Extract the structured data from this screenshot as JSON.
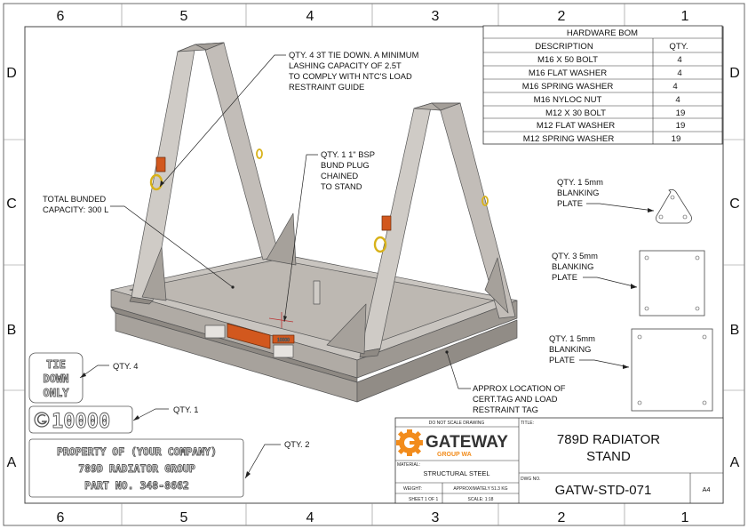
{
  "zones": {
    "columns_top": [
      "6",
      "5",
      "4",
      "3",
      "2",
      "1"
    ],
    "columns_bottom": [
      "6",
      "5",
      "4",
      "3",
      "2",
      "1"
    ],
    "rows_left": [
      "D",
      "C",
      "B",
      "A"
    ],
    "rows_right": [
      "D",
      "C",
      "B",
      "A"
    ]
  },
  "bom": {
    "title": "HARDWARE BOM",
    "col_description": "DESCRIPTION",
    "col_qty": "QTY.",
    "rows": [
      {
        "description": "M16 X 50 BOLT",
        "qty": "4"
      },
      {
        "description": "M16 FLAT WASHER",
        "qty": "4"
      },
      {
        "description": "M16 SPRING WASHER",
        "qty": "4"
      },
      {
        "description": "M16 NYLOC NUT",
        "qty": "4"
      },
      {
        "description": "M12 X 30 BOLT",
        "qty": "19"
      },
      {
        "description": "M12 FLAT WASHER",
        "qty": "19"
      },
      {
        "description": "M12 SPRING WASHER",
        "qty": "19"
      }
    ]
  },
  "annotations": {
    "tie_down": [
      "QTY. 4 3T TIE DOWN. A MINIMUM",
      "LASHING CAPACITY OF 2.5T",
      "TO COMPLY WITH NTC'S LOAD",
      "RESTRAINT GUIDE"
    ],
    "bund_plug": [
      "QTY. 1 1\" BSP",
      "BUND PLUG",
      "CHAINED",
      "TO STAND"
    ],
    "capacity": [
      "TOTAL BUNDED",
      "CAPACITY: 300 L"
    ],
    "blank_tri": [
      "QTY. 1 5mm",
      "BLANKING",
      "PLATE"
    ],
    "blank_sq3": [
      "QTY. 3 5mm",
      "BLANKING",
      "PLATE"
    ],
    "blank_sq1": [
      "QTY. 1 5mm",
      "BLANKING",
      "PLATE"
    ],
    "cert_tag": [
      "APPROX LOCATION OF",
      "CERT.TAG AND LOAD",
      "RESTRAINT TAG"
    ]
  },
  "stencils": {
    "tie_down_lines": [
      "TIE",
      "DOWN",
      "ONLY"
    ],
    "tie_down_qty": "QTY. 4",
    "asset_number": "10000",
    "asset_qty": "QTY. 1",
    "property_lines": [
      "PROPERTY OF (YOUR COMPANY)",
      "789D RADIATOR GROUP",
      "PART NO. 348-8662"
    ],
    "property_qty": "QTY. 2",
    "part_tag": "10000"
  },
  "title_block": {
    "do_not_scale": "DO NOT SCALE DRAWING",
    "brand": "GATEWAY",
    "brand_sub": "GROUP WA",
    "title_label": "TITLE:",
    "title_line1": "789D RADIATOR",
    "title_line2": "STAND",
    "material_label": "MATERIAL:",
    "material": "STRUCTURAL STEEL",
    "weight_label": "WEIGHT:",
    "weight": "APPROXIMATELY 51.3 KG",
    "dwg_label": "DWG NO.",
    "dwg_no": "GATW-STD-071",
    "size": "A4",
    "sheet": "SHEET 1 OF 1",
    "scale": "SCALE: 1:18"
  },
  "colors": {
    "steel_light": "#cfcbc6",
    "steel_mid": "#b4afa9",
    "steel_dark": "#8f8a84",
    "tag_orange": "#d2581e",
    "shackle_yellow": "#d8b21a",
    "brand_orange": "#f28c1c"
  }
}
